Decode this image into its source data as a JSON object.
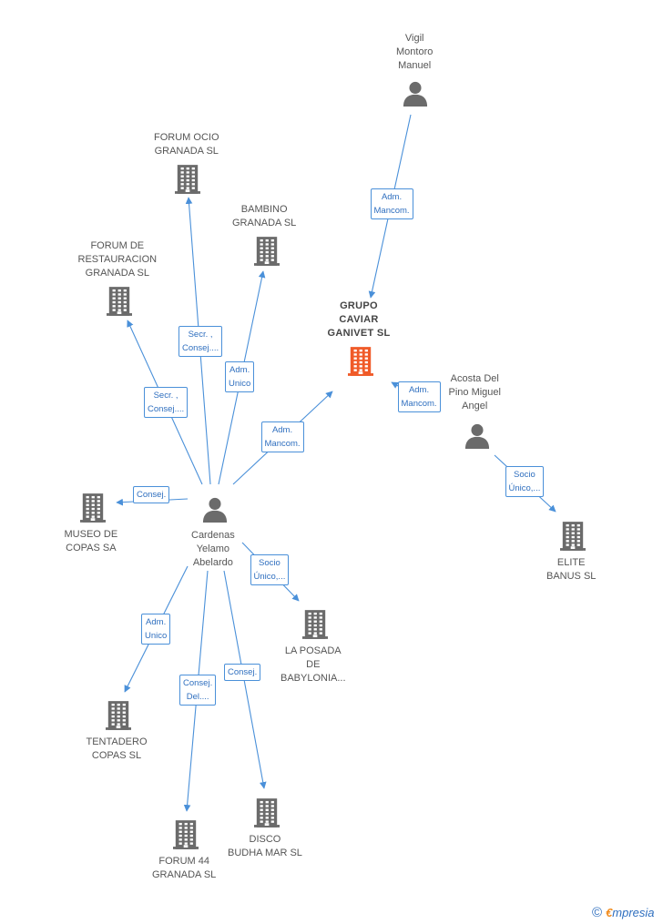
{
  "colors": {
    "edge": "#4a90d9",
    "company": "#6b6b6b",
    "main_company": "#f05a28",
    "person": "#6b6b6b"
  },
  "nodes": [
    {
      "id": "vigil",
      "type": "person",
      "lines": [
        "Vigil",
        "Montoro",
        "Manuel"
      ]
    },
    {
      "id": "grupo",
      "type": "main-company",
      "lines": [
        "GRUPO",
        "CAVIAR",
        "GANIVET SL"
      ]
    },
    {
      "id": "acosta",
      "type": "person",
      "lines": [
        "Acosta Del",
        "Pino Miguel",
        "Angel"
      ]
    },
    {
      "id": "elite",
      "type": "company",
      "lines": [
        "ELITE",
        "BANUS SL"
      ]
    },
    {
      "id": "forum-ocio",
      "type": "company",
      "lines": [
        "FORUM OCIO",
        "GRANADA SL"
      ]
    },
    {
      "id": "bambino",
      "type": "company",
      "lines": [
        "BAMBINO",
        "GRANADA SL"
      ]
    },
    {
      "id": "forum-rest",
      "type": "company",
      "lines": [
        "FORUM DE",
        "RESTAURACION",
        "GRANADA SL"
      ]
    },
    {
      "id": "museo",
      "type": "company",
      "lines": [
        "MUSEO DE",
        "COPAS SA"
      ]
    },
    {
      "id": "cardenas",
      "type": "person",
      "lines": [
        "Cardenas",
        "Yelamo",
        "Abelardo"
      ]
    },
    {
      "id": "posada",
      "type": "company",
      "lines": [
        "LA POSADA",
        "DE",
        "BABYLONIA..."
      ]
    },
    {
      "id": "tentadero",
      "type": "company",
      "lines": [
        "TENTADERO",
        "COPAS SL"
      ]
    },
    {
      "id": "forum44",
      "type": "company",
      "lines": [
        "FORUM 44",
        "GRANADA SL"
      ]
    },
    {
      "id": "disco",
      "type": "company",
      "lines": [
        "DISCO",
        "BUDHA MAR SL"
      ]
    }
  ],
  "edges": [
    {
      "id": "vigil-grupo",
      "lines": [
        "Adm.",
        "Mancom."
      ]
    },
    {
      "id": "acosta-grupo",
      "lines": [
        "Adm.",
        "Mancom."
      ]
    },
    {
      "id": "acosta-elite",
      "lines": [
        "Socio",
        "Único,..."
      ]
    },
    {
      "id": "cardenas-grupo",
      "lines": [
        "Adm.",
        "Mancom."
      ]
    },
    {
      "id": "cardenas-forum-ocio",
      "lines": [
        "Secr. ,",
        "Consej...."
      ]
    },
    {
      "id": "cardenas-bambino",
      "lines": [
        "Adm.",
        "Unico"
      ]
    },
    {
      "id": "cardenas-forum-rest",
      "lines": [
        "Secr. ,",
        "Consej...."
      ]
    },
    {
      "id": "cardenas-museo",
      "lines": [
        "Consej."
      ]
    },
    {
      "id": "cardenas-posada",
      "lines": [
        "Socio",
        "Único,..."
      ]
    },
    {
      "id": "cardenas-tentadero",
      "lines": [
        "Adm.",
        "Unico"
      ]
    },
    {
      "id": "cardenas-forum44",
      "lines": [
        "Consej.",
        "Del...."
      ]
    },
    {
      "id": "cardenas-disco",
      "lines": [
        "Consej."
      ]
    }
  ],
  "brand": {
    "symbol": "©",
    "initial": "€",
    "rest": "mpresia"
  }
}
